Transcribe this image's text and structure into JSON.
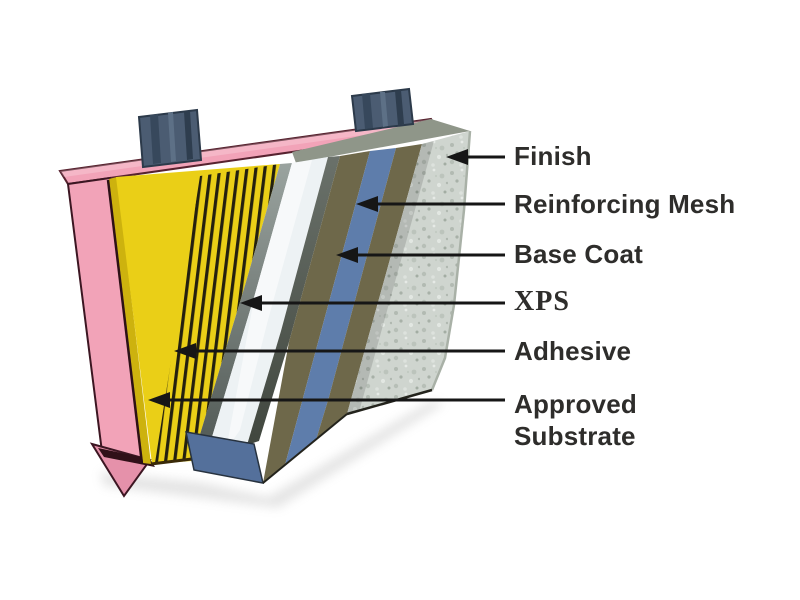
{
  "diagram": {
    "description": "EIFS insulated wall system cutaway",
    "labels": {
      "finish": "Finish",
      "reinforcing_mesh": "Reinforcing Mesh",
      "base_coat": "Base Coat",
      "xps": "XPS",
      "adhesive": "Adhesive",
      "approved_substrate": [
        "Approved",
        "Substrate"
      ]
    },
    "colors": {
      "substrate_pink": "#f2a3b8",
      "substrate_pink_edge": "#e591aa",
      "sheathing_yellow": "#eacf17",
      "adhesive_stripe": "#23200f",
      "xps_white": "#edf2f4",
      "base_coat_olive": "#6e684a",
      "mesh_blue": "#5e7dab",
      "mesh_blue_edge": "#54709b",
      "finish_speckle": "#cfd5cf",
      "bracket_slate": "#4b5c72",
      "arrow_black": "#161616",
      "background": "#ffffff"
    }
  }
}
